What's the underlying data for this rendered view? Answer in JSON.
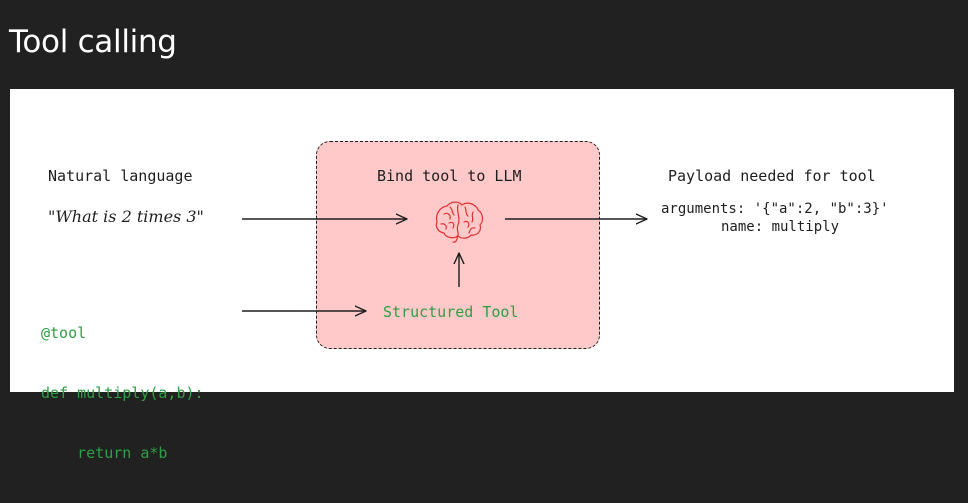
{
  "header": {
    "title": "Tool calling"
  },
  "diagram": {
    "natural_language_label": "Natural language",
    "query_text": "\"What is 2 times 3\"",
    "bind_label": "Bind tool to LLM",
    "payload_label": "Payload needed for tool",
    "payload_arguments": "arguments: '{\"a\":2, \"b\":3}'",
    "payload_name": "name: multiply",
    "structured_tool_label": "Structured Tool",
    "code_lines": [
      "@tool",
      "def multiply(a,b):",
      "    return a*b"
    ],
    "icons": {
      "brain": "brain-icon"
    },
    "colors": {
      "box_fill": "#ffc9c9",
      "brain_stroke": "#e03131",
      "code_green": "#2f9e44"
    }
  }
}
